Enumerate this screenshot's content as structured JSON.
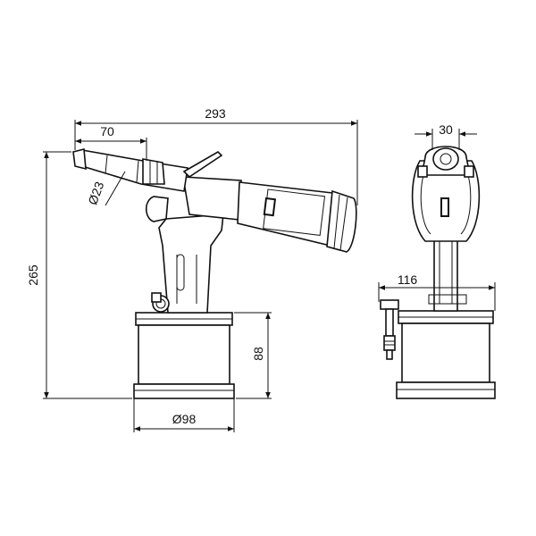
{
  "dimensions": {
    "overall_length": "293",
    "nose_length": "70",
    "nose_diameter": "Ø23",
    "overall_height": "265",
    "base_height": "88",
    "base_diameter": "Ø98",
    "nose_width": "30",
    "side_width": "116"
  }
}
